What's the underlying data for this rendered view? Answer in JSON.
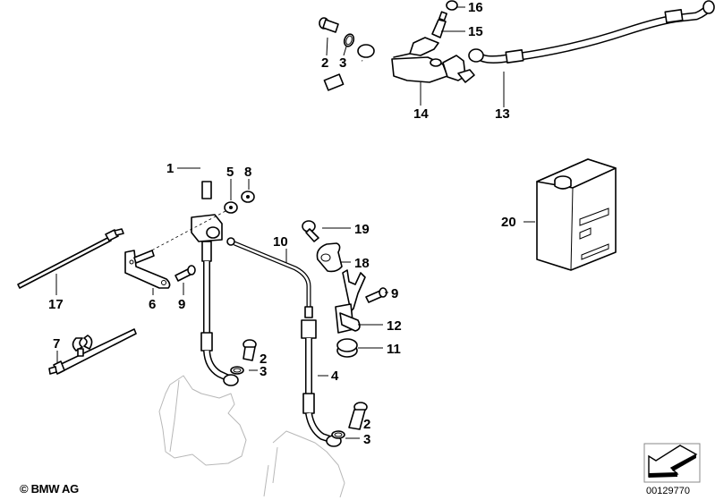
{
  "diagram": {
    "title": "Brake line / brake fluid parts diagram",
    "callouts": {
      "c1": "1",
      "c2a": "2",
      "c3a": "3",
      "c5": "5",
      "c8": "8",
      "c2b": "2",
      "c3b": "3",
      "c2c": "2",
      "c3c": "3",
      "c4": "4",
      "c6": "6",
      "c7": "7",
      "c9a": "9",
      "c9b": "9",
      "c10": "10",
      "c11": "11",
      "c12": "12",
      "c13": "13",
      "c14": "14",
      "c15": "15",
      "c16": "16",
      "c17": "17",
      "c18": "18",
      "c19": "19",
      "c20": "20"
    }
  },
  "footer": {
    "copyright": "© BMW AG",
    "document_number": "00129770",
    "nav_icon": "arrow-down-left-icon"
  }
}
